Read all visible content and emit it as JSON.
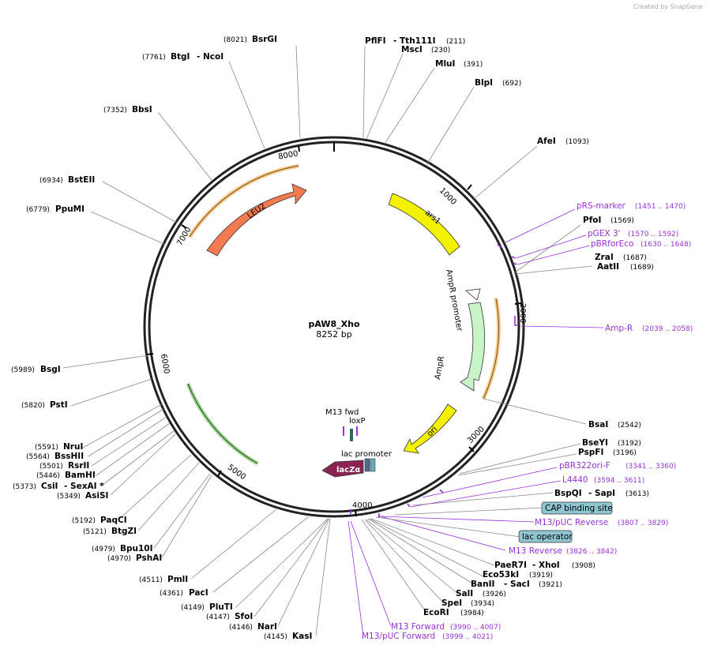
{
  "credit": "Created by SnapGene",
  "plasmid": {
    "name": "pAW8_Xho",
    "size_label": "8252 bp"
  },
  "ticks": [
    "1000",
    "2000",
    "3000",
    "4000",
    "5000",
    "6000",
    "7000",
    "8000"
  ],
  "features": {
    "leu2": "LEU2",
    "ars1": "ars1",
    "ampr_promoter": "AmpR promoter",
    "ampr": "AmpR",
    "ori": "ori",
    "m13_fwd": "M13 fwd",
    "loxp": "loxP",
    "lac_promoter": "lac promoter",
    "lacz": "lacZα"
  },
  "sites_right": [
    {
      "name": "PflFI",
      "extra": "- Tth111I",
      "pos": "(211)"
    },
    {
      "name": "MscI",
      "pos": "(230)"
    },
    {
      "name": "MluI",
      "pos": "(391)"
    },
    {
      "name": "BlpI",
      "pos": "(692)"
    },
    {
      "name": "AfeI",
      "pos": "(1093)"
    },
    {
      "name": "pRS-marker",
      "pos": "(1451 .. 1470)",
      "primer": true
    },
    {
      "name": "PfoI",
      "pos": "(1569)"
    },
    {
      "name": "pGEX 3'",
      "pos": "(1570 .. 1592)",
      "primer": true
    },
    {
      "name": "pBRforEco",
      "pos": "(1630 .. 1648)",
      "primer": true
    },
    {
      "name": "ZraI",
      "pos": "(1687)"
    },
    {
      "name": "AatII",
      "pos": "(1689)"
    },
    {
      "name": "Amp-R",
      "pos": "(2039 .. 2058)",
      "primer": true
    },
    {
      "name": "BsaI",
      "pos": "(2542)"
    },
    {
      "name": "BseYI",
      "pos": "(3192)"
    },
    {
      "name": "PspFI",
      "pos": "(3196)"
    },
    {
      "name": "pBR322ori-F",
      "pos": "(3341 .. 3360)",
      "primer": true
    },
    {
      "name": "L4440",
      "pos": "(3594 .. 3611)",
      "primer": true
    },
    {
      "name": "BspQI",
      "extra": "- SapI",
      "pos": "(3613)"
    },
    {
      "name": "CAP binding site",
      "boxed": true
    },
    {
      "name": "M13/pUC Reverse",
      "pos": "(3807 .. 3829)",
      "primer": true
    },
    {
      "name": "lac operator",
      "boxed": true
    },
    {
      "name": "M13 Reverse",
      "pos": "(3826 .. 3842)",
      "primer": true
    },
    {
      "name": "PaeR7I",
      "extra": "- XhoI",
      "pos": "(3908)"
    },
    {
      "name": "Eco53kI",
      "pos": "(3919)"
    },
    {
      "name": "BanII",
      "extra": "- SacI",
      "pos": "(3921)"
    },
    {
      "name": "SalI",
      "pos": "(3926)"
    },
    {
      "name": "SpeI",
      "pos": "(3934)"
    },
    {
      "name": "EcoRI",
      "pos": "(3984)"
    },
    {
      "name": "M13 Forward",
      "pos": "(3990 .. 4007)",
      "primer": true
    },
    {
      "name": "M13/pUC Forward",
      "pos": "(3999 .. 4021)",
      "primer": true
    }
  ],
  "sites_left": [
    {
      "name": "BsrGI",
      "pos": "(8021)"
    },
    {
      "name": "BtgI",
      "extra": "- NcoI",
      "pos": "(7761)"
    },
    {
      "name": "BbsI",
      "pos": "(7352)"
    },
    {
      "name": "BstEII",
      "pos": "(6934)"
    },
    {
      "name": "PpuMI",
      "pos": "(6779)"
    },
    {
      "name": "BsgI",
      "pos": "(5989)"
    },
    {
      "name": "PstI",
      "pos": "(5820)"
    },
    {
      "name": "NruI",
      "pos": "(5591)"
    },
    {
      "name": "BssHII",
      "pos": "(5564)"
    },
    {
      "name": "RsrII",
      "pos": "(5501)"
    },
    {
      "name": "BamHI",
      "pos": "(5446)"
    },
    {
      "name": "CsiI",
      "extra": "- SexAI *",
      "pos": "(5373)"
    },
    {
      "name": "AsiSI",
      "pos": "(5349)"
    },
    {
      "name": "PaqCI",
      "pos": "(5192)"
    },
    {
      "name": "BtgZI",
      "pos": "(5121)"
    },
    {
      "name": "Bpu10I",
      "pos": "(4979)"
    },
    {
      "name": "PshAI",
      "pos": "(4970)"
    },
    {
      "name": "PmlI",
      "pos": "(4511)"
    },
    {
      "name": "PacI",
      "pos": "(4361)"
    },
    {
      "name": "PluTI",
      "pos": "(4149)"
    },
    {
      "name": "SfoI",
      "pos": "(4147)"
    },
    {
      "name": "NarI",
      "pos": "(4146)"
    },
    {
      "name": "KasI",
      "pos": "(4145)"
    }
  ],
  "colors": {
    "leu2": "#f47a50",
    "ars1": "#f5f200",
    "ampr": "#c8f5c8",
    "ori": "#f5f200",
    "lacz": "#8b2252",
    "primer": "#9b30d9",
    "orange_band": "#f0a030",
    "green_band": "#3fa528",
    "boxed_bg": "#8fc6d2"
  }
}
